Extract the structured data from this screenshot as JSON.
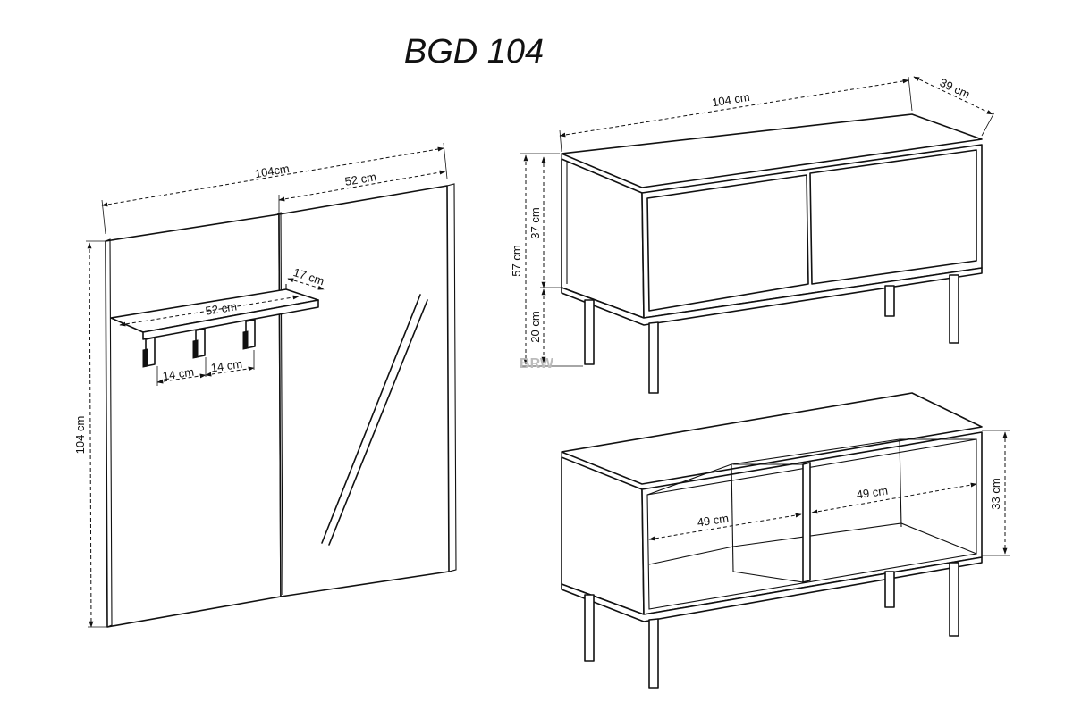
{
  "title": "BGD 104",
  "watermark": "BRW",
  "wall_panel": {
    "width_total": "104cm",
    "width_half": "52 cm",
    "height": "104 cm",
    "shelf_width": "52 cm",
    "shelf_depth": "17 cm",
    "hook_spacing_1": "14 cm",
    "hook_spacing_2": "14 cm"
  },
  "cabinet_closed": {
    "width": "104 cm",
    "depth": "39 cm",
    "height_total": "57 cm",
    "body_height": "37 cm",
    "leg_height": "20 cm"
  },
  "cabinet_open": {
    "compartment_width_left": "49 cm",
    "compartment_width_right": "49 cm",
    "interior_height": "33 cm"
  }
}
